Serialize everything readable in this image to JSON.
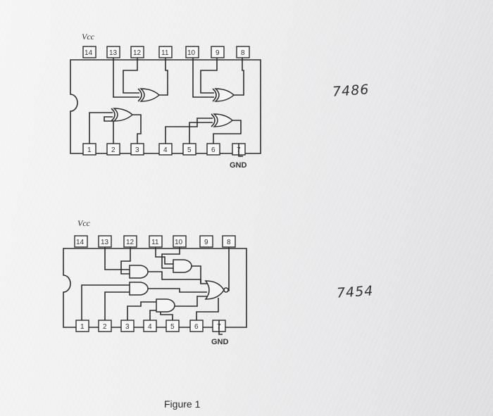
{
  "diagram": {
    "chips": [
      {
        "id": "7486",
        "vcc_label": "Vcc",
        "gnd_label": "GND",
        "top_pins": [
          "14",
          "13",
          "12",
          "11",
          "10",
          "9",
          "8"
        ],
        "bottom_pins": [
          "1",
          "2",
          "3",
          "4",
          "5",
          "6",
          "7"
        ],
        "handwritten_label": "7486"
      },
      {
        "id": "7454",
        "vcc_label": "Vcc",
        "gnd_label": "GND",
        "top_pins": [
          "14",
          "13",
          "12",
          "11",
          "10",
          "9",
          "8"
        ],
        "bottom_pins": [
          "1",
          "2",
          "3",
          "4",
          "5",
          "6",
          "7"
        ],
        "handwritten_label": "7454"
      }
    ],
    "caption": "Figure 1"
  },
  "colors": {
    "ink": "#2d2d2d",
    "paper": "#f2f2f3"
  }
}
